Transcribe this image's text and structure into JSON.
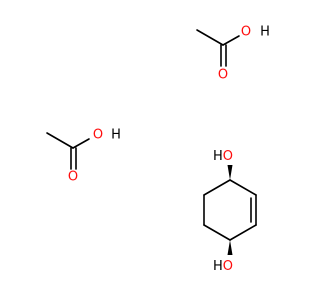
{
  "molecules": {
    "acetic_acid_1": {
      "carbonyl_oxygen": "O",
      "hydroxyl_oxygen": "O",
      "hydroxyl_hydrogen": "H"
    },
    "acetic_acid_2": {
      "carbonyl_oxygen": "O",
      "hydroxyl_oxygen": "O",
      "hydroxyl_hydrogen": "H"
    },
    "cyclohexenediol": {
      "top_hydroxyl": "HO",
      "bottom_hydroxyl": "HO"
    }
  },
  "colors": {
    "bond": "#000000",
    "oxygen": "#ff0d0d",
    "hydrogen": "#000000"
  }
}
